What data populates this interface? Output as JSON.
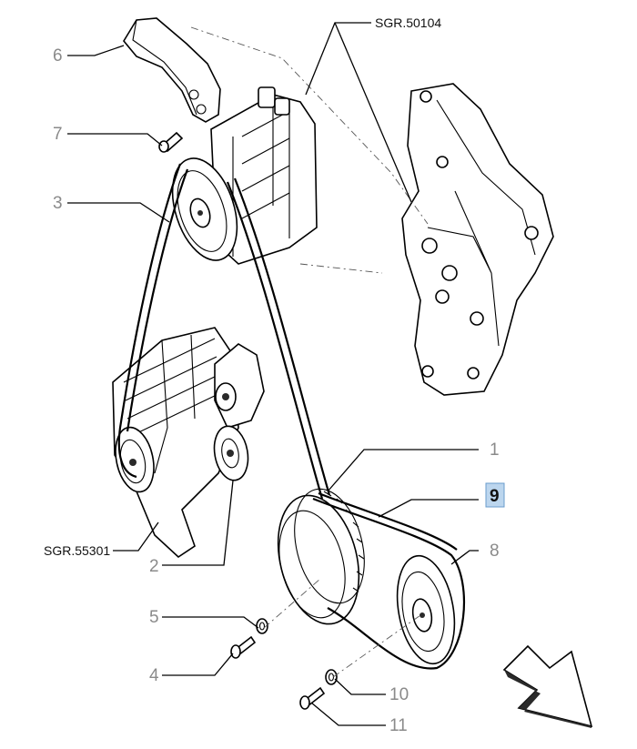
{
  "refs": {
    "sgr_top": "SGR.50104",
    "sgr_left": "SGR.55301"
  },
  "callouts": {
    "c1": "1",
    "c2": "2",
    "c3": "3",
    "c4": "4",
    "c5": "5",
    "c6": "6",
    "c7": "7",
    "c8": "8",
    "c9": "9",
    "c10": "10",
    "c11": "11"
  },
  "colors": {
    "highlight": "#bcd6ee",
    "callout_text": "#8a8a8a",
    "line": "#000000"
  },
  "icons": {
    "direction_arrow": "arrow-down-right-icon"
  }
}
